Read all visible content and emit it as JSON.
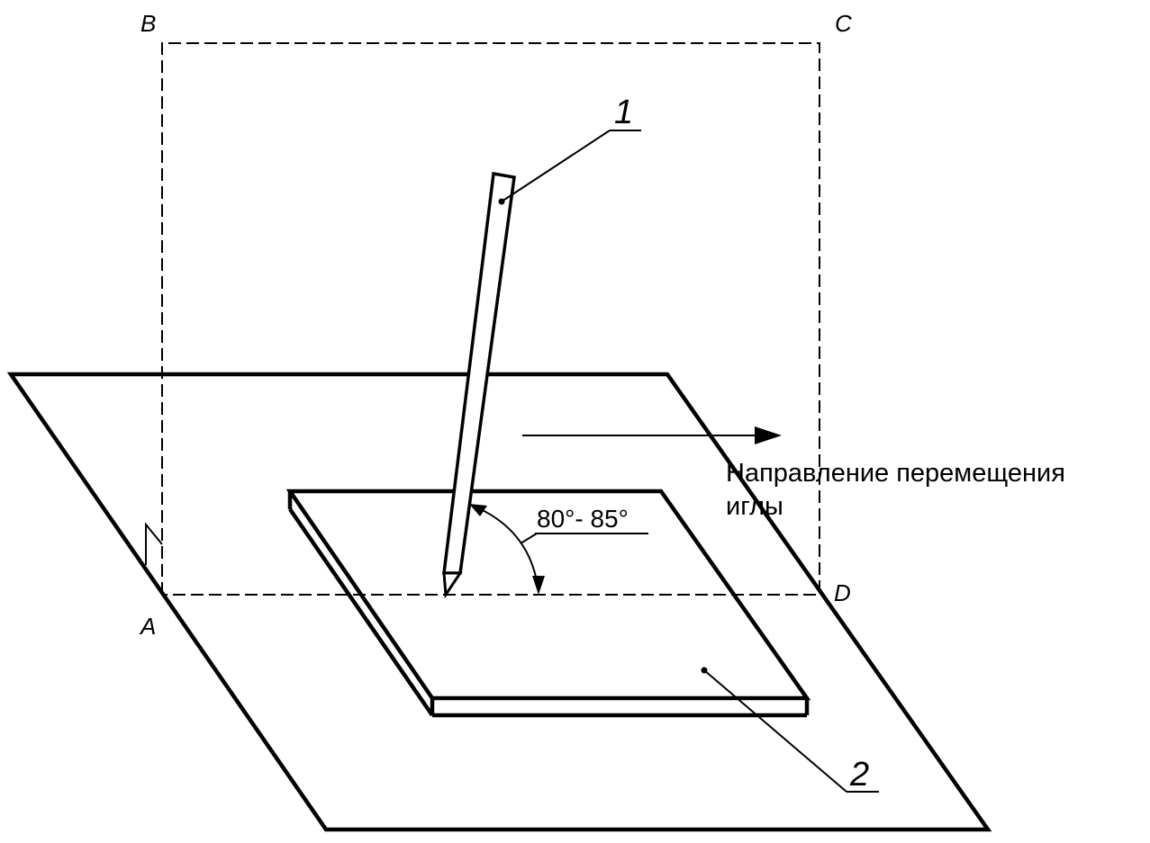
{
  "points": {
    "a": "A",
    "b": "B",
    "c": "C",
    "d": "D"
  },
  "callouts": {
    "needle": "1",
    "specimen": "2"
  },
  "angle_label": "80°- 85°",
  "direction": {
    "line1": "Направление перемещения",
    "line2": "иглы"
  }
}
